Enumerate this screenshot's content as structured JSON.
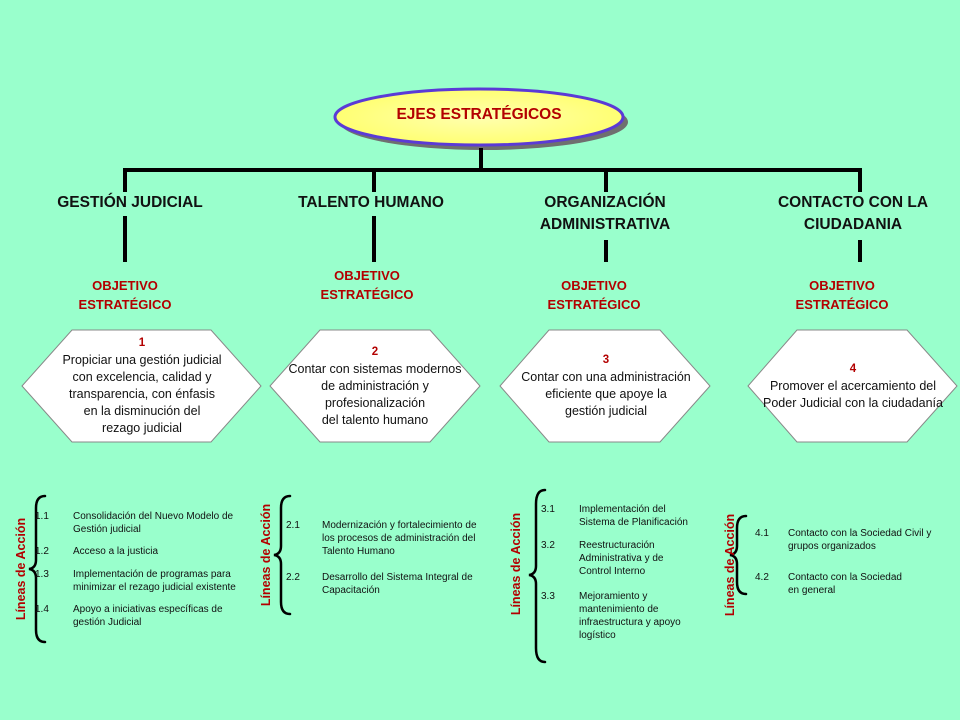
{
  "root": {
    "title": "EJES ESTRATÉGICOS"
  },
  "pillars": [
    {
      "title_lines": [
        "GESTIÓN JUDICIAL"
      ],
      "objective_lines": [
        "OBJETIVO",
        "ESTRATÉGICO"
      ],
      "hex_number": "1",
      "hex_lines": [
        "Propiciar una gestión judicial",
        "con excelencia, calidad y",
        "transparencia, con énfasis",
        "en la disminución del",
        "rezago judicial"
      ],
      "lineas_label": "Líneas de Acción",
      "actions": [
        {
          "num": "1.1",
          "lines": [
            "Consolidación del Nuevo Modelo de",
            "Gestión  judicial"
          ]
        },
        {
          "num": "1.2",
          "lines": [
            "Acceso a la justicia"
          ]
        },
        {
          "num": "1.3",
          "lines": [
            "Implementación de programas para",
            "minimizar el rezago judicial  existente"
          ]
        },
        {
          "num": "1.4",
          "lines": [
            "Apoyo a iniciativas específicas de",
            "gestión Judicial"
          ]
        }
      ]
    },
    {
      "title_lines": [
        "TALENTO HUMANO"
      ],
      "objective_lines": [
        "OBJETIVO",
        "ESTRATÉGICO"
      ],
      "hex_number": "2",
      "hex_lines": [
        "Contar con sistemas modernos",
        "de administración y",
        "profesionalización",
        "del talento humano"
      ],
      "lineas_label": "Líneas de Acción",
      "actions": [
        {
          "num": "2.1",
          "lines": [
            "Modernización y fortalecimiento de",
            "los procesos de administración del",
            "Talento Humano"
          ]
        },
        {
          "num": "2.2",
          "lines": [
            "Desarrollo del Sistema Integral de",
            "Capacitación"
          ]
        }
      ]
    },
    {
      "title_lines": [
        "ORGANIZACIÓN",
        "ADMINISTRATIVA"
      ],
      "objective_lines": [
        "OBJETIVO",
        "ESTRATÉGICO"
      ],
      "hex_number": "3",
      "hex_lines": [
        "Contar con una administración",
        "eficiente que apoye la",
        "gestión judicial"
      ],
      "lineas_label": "Líneas de Acción",
      "actions": [
        {
          "num": "3.1",
          "lines": [
            "Implementación del",
            "Sistema de Planificación"
          ]
        },
        {
          "num": "3.2",
          "lines": [
            "Reestructuración",
            "Administrativa y de",
            "Control  Interno"
          ]
        },
        {
          "num": "3.3",
          "lines": [
            "Mejoramiento y",
            "mantenimiento de",
            "infraestructura y apoyo",
            "logístico"
          ]
        }
      ]
    },
    {
      "title_lines": [
        "CONTACTO CON LA",
        "CIUDADANIA"
      ],
      "objective_lines": [
        "OBJETIVO",
        "ESTRATÉGICO"
      ],
      "hex_number": "4",
      "hex_lines": [
        "Promover el acercamiento del",
        "Poder Judicial con la ciudadanía"
      ],
      "lineas_label": "Líneas de Acción",
      "actions": [
        {
          "num": "4.1",
          "lines": [
            "Contacto  con la Sociedad Civil y",
            "grupos organizados"
          ]
        },
        {
          "num": "4.2",
          "lines": [
            "Contacto  con la Sociedad",
            "en general"
          ]
        }
      ]
    }
  ]
}
